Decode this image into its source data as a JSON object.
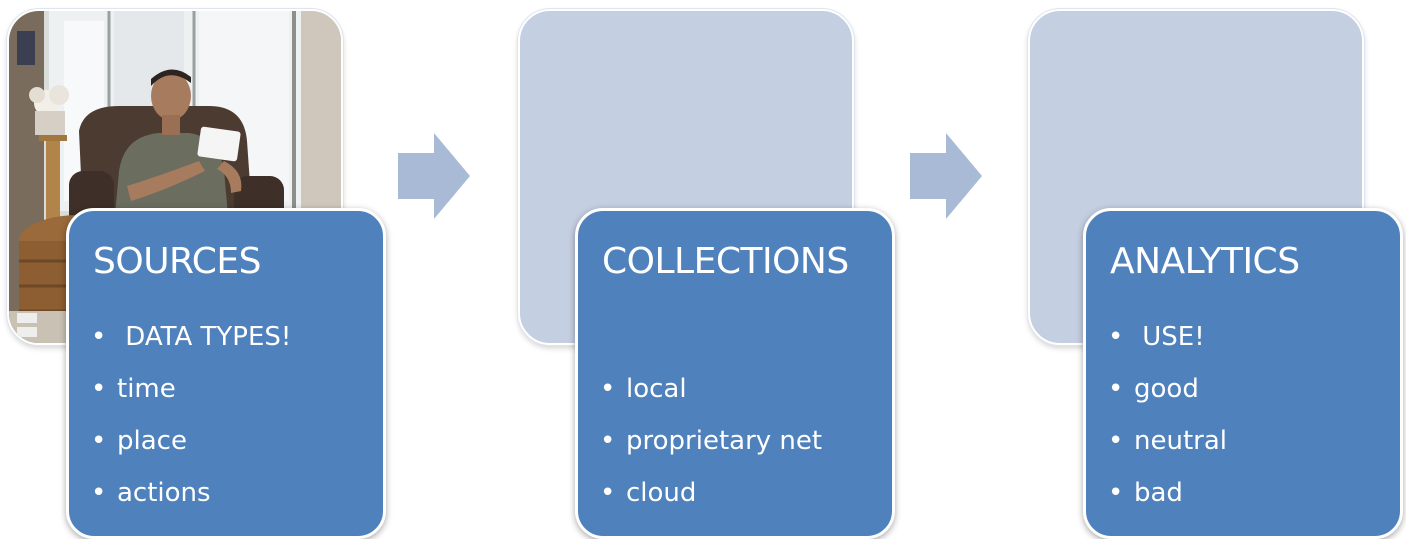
{
  "colors": {
    "card_fill": "#4f81bd",
    "back_tile_fill": "#c5cfe2",
    "arrow_fill": "#a9bad6",
    "text": "#ffffff"
  },
  "stages": [
    {
      "title": "SOURCES",
      "bullets": [
        "DATA TYPES!",
        "time",
        "place",
        "actions"
      ],
      "back_content": "photo"
    },
    {
      "title": "COLLECTIONS",
      "bullets": [
        "local",
        "proprietary net",
        "cloud"
      ],
      "back_content": "empty"
    },
    {
      "title": "ANALYTICS",
      "bullets": [
        "USE!",
        "good",
        "neutral",
        "bad"
      ],
      "back_content": "empty"
    }
  ],
  "connectors": [
    "right-arrow-icon",
    "right-arrow-icon"
  ]
}
